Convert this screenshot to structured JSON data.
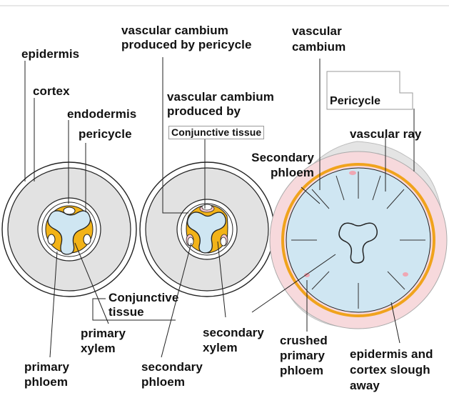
{
  "labels": {
    "epidermis": "epidermis",
    "cortex": "cortex",
    "endodermis": "endodermis",
    "pericycle_1": "pericycle",
    "conjunctive_tissue_1": "Conjunctive tissue",
    "primary_xylem": "primary xylem",
    "primary_phloem": "primary phloem",
    "vascular_cambium_pericycle": "vascular cambium produced by pericycle",
    "vascular_cambium_produced_by": "vascular cambium produced by",
    "conjunctive_tissue_2": "Conjunctive tissue",
    "secondary_xylem": "secondary xylem",
    "secondary_phloem_1": "secondary phloem",
    "vascular_cambium": "vascular cambium",
    "pericycle_2": "Pericycle",
    "vascular_ray": "vascular ray",
    "secondary_phloem_2": "Secondary phloem",
    "crushed_primary_phloem": "crushed primary phloem",
    "epidermis_cortex_slough": "epidermis and cortex slough away"
  },
  "colors": {
    "xylem": "#cfe6f2",
    "phloem_gold": "#f2b318",
    "cortex_gray": "#e2e2e2",
    "pericycle_pink": "#f7d9dc",
    "cambium_orange": "#f0a31c",
    "outline": "#222222"
  }
}
